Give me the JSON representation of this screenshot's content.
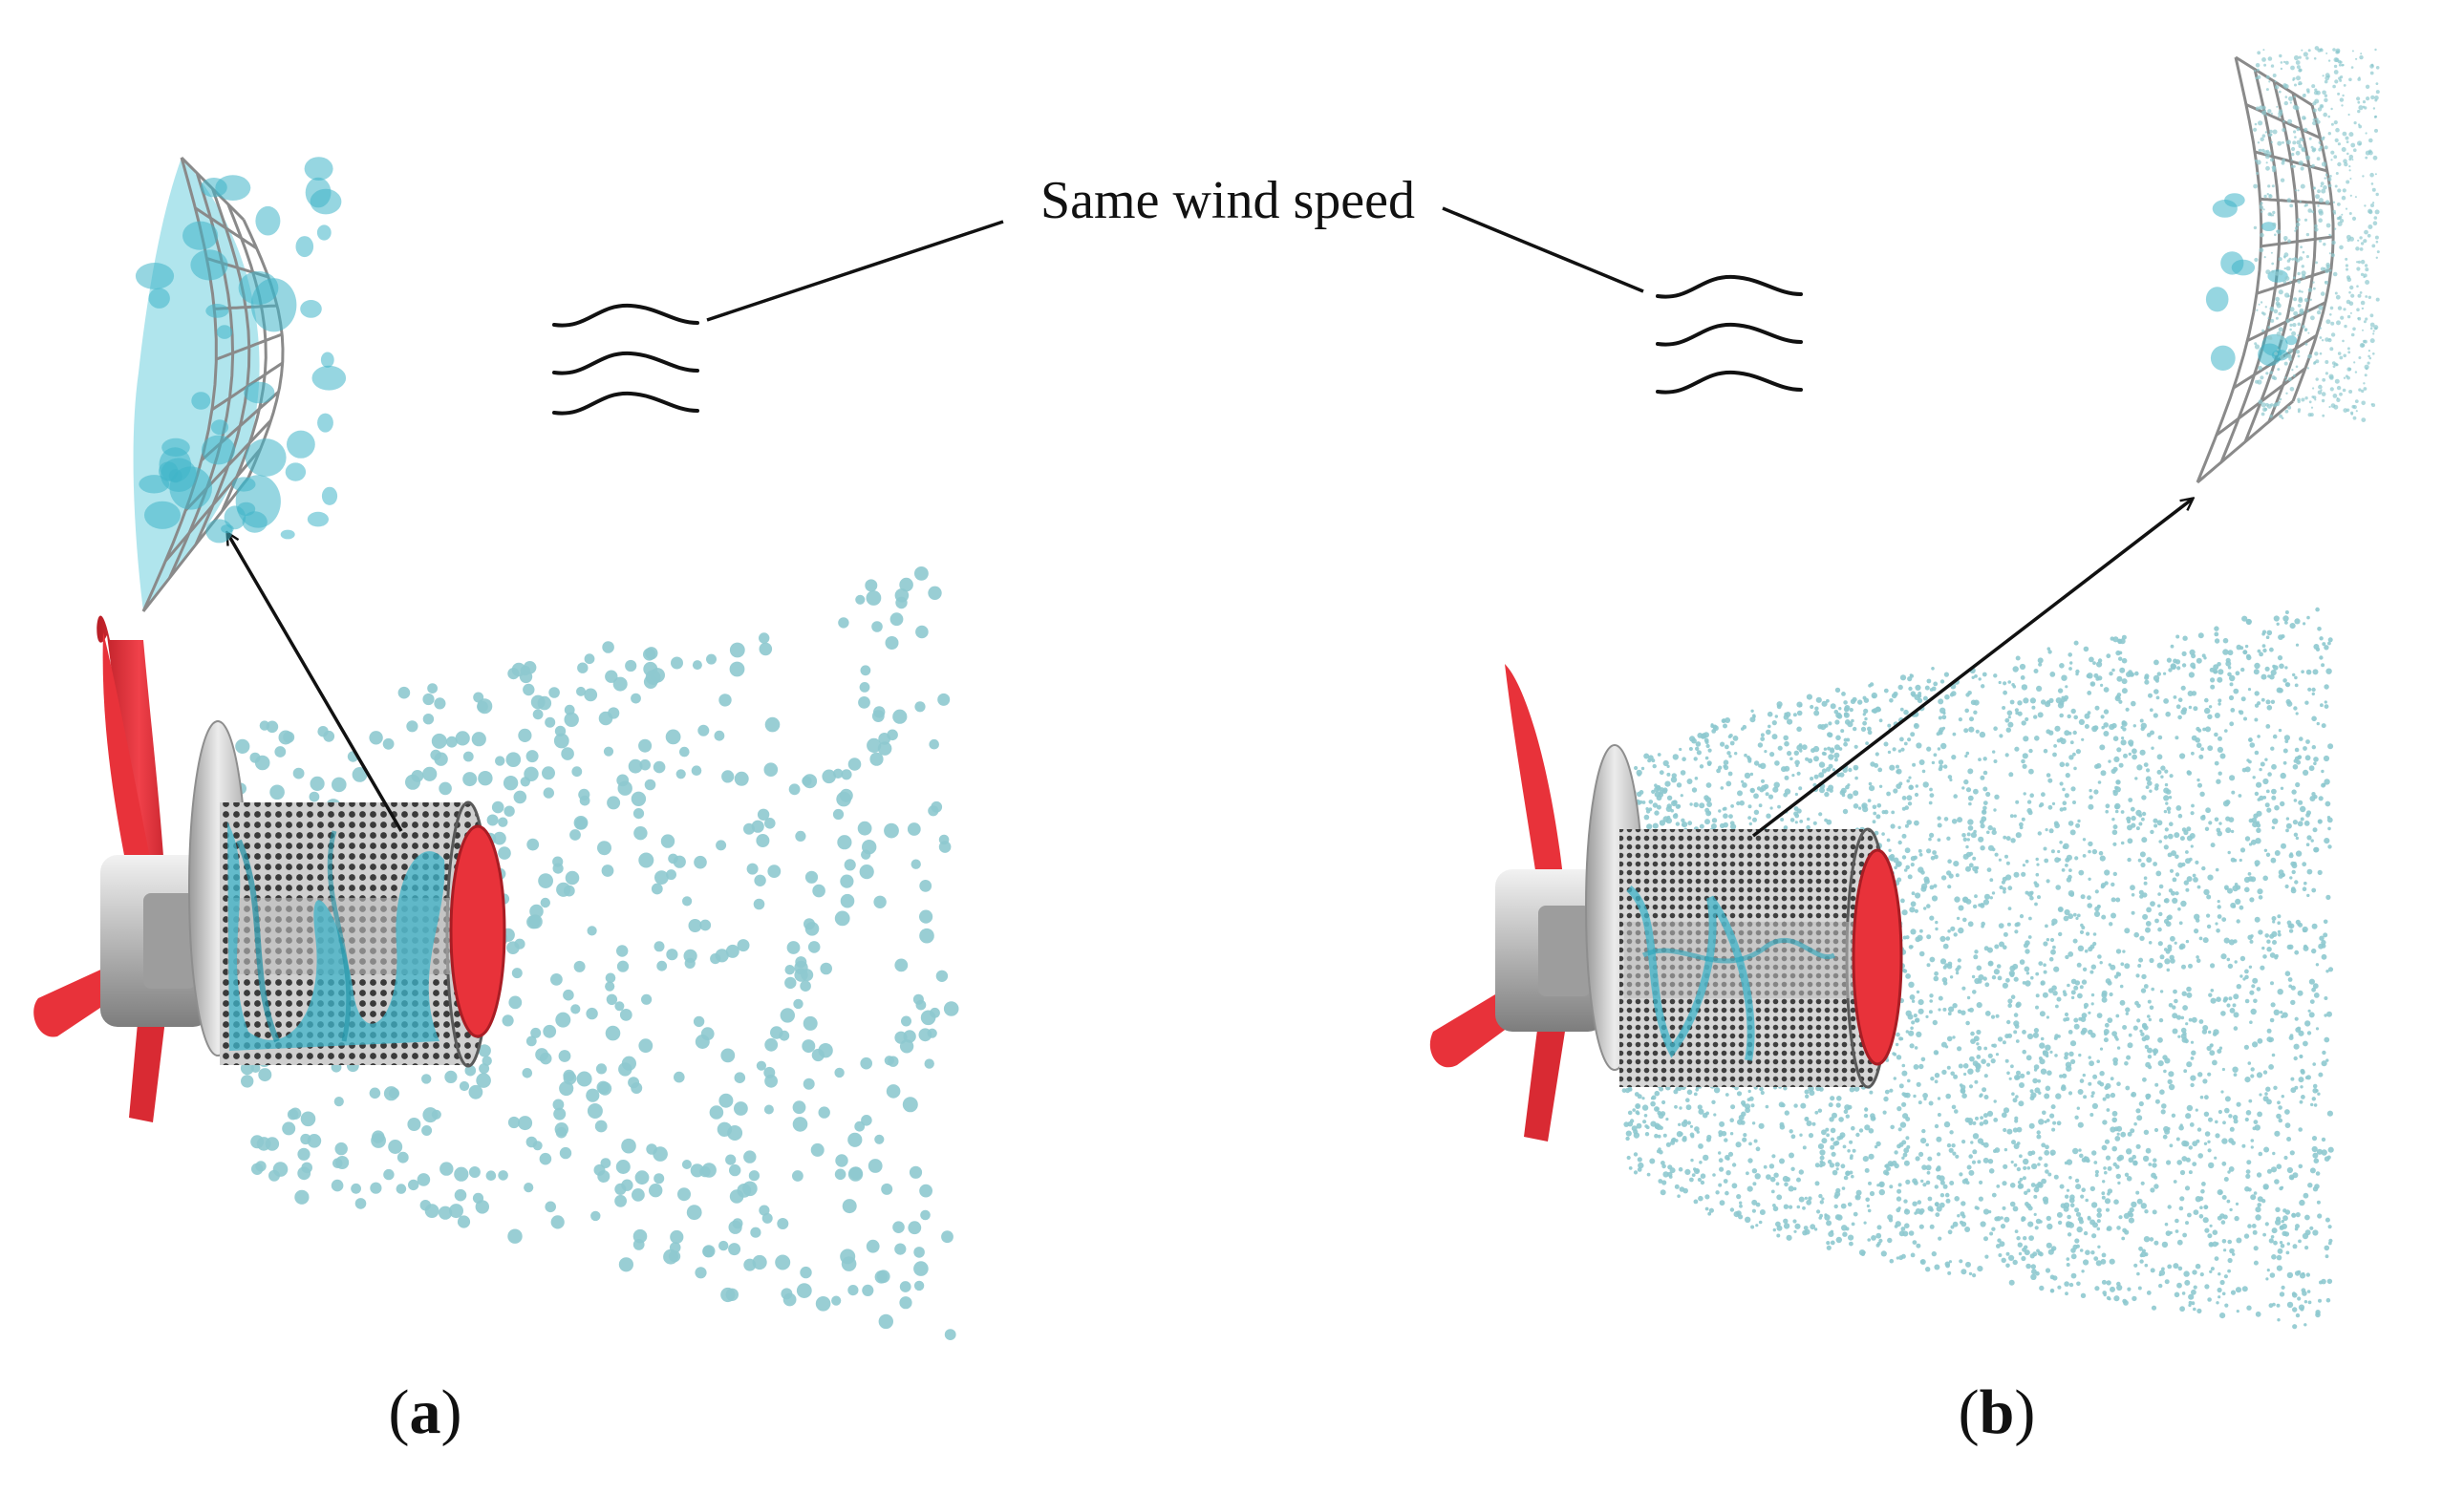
{
  "annotation": {
    "text": "Same wind speed"
  },
  "panels": [
    {
      "label_open": "(",
      "label_letter": "a",
      "label_close": ")",
      "droplet_style": "large"
    },
    {
      "label_open": "(",
      "label_letter": "b",
      "label_close": ")",
      "droplet_style": "fine"
    }
  ],
  "colors": {
    "propeller": "#e8323a",
    "droplet": "#8ec9cf",
    "water": "#3fb4c9",
    "hub": "#b7b7b7",
    "disk": "#d8d8d8",
    "mesh": "#4a4a4a",
    "net": "#8a8a8a",
    "line": "#111111"
  },
  "icons": {
    "wind": "wind-lines-icon",
    "arrow": "arrow-icon"
  }
}
